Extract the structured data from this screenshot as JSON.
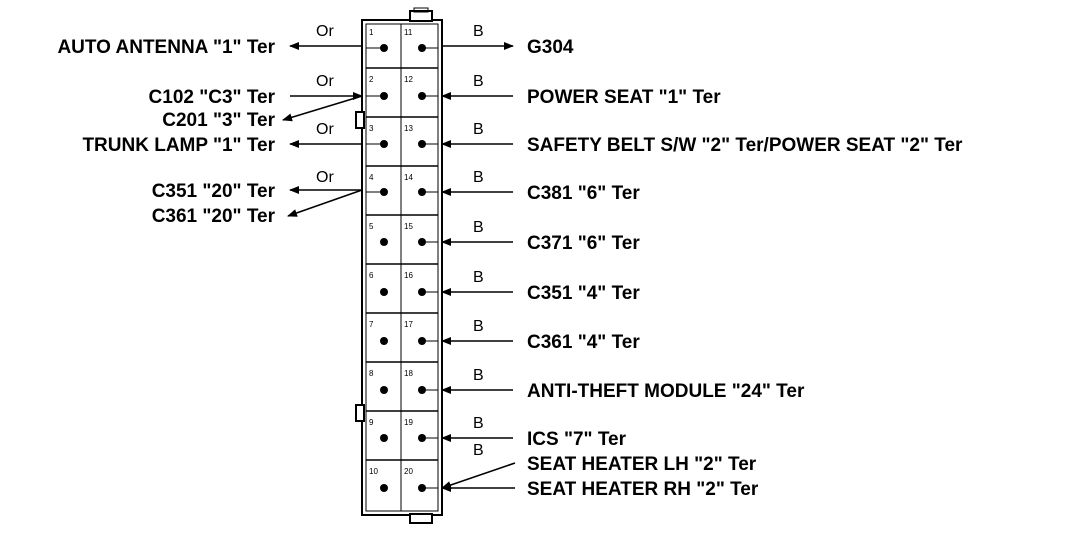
{
  "colors": {
    "ink": "#000000",
    "background": "#ffffff"
  },
  "wire_colors": {
    "or": "Or",
    "b": "B"
  },
  "pins": {
    "p1": "1",
    "p2": "2",
    "p3": "3",
    "p4": "4",
    "p5": "5",
    "p6": "6",
    "p7": "7",
    "p8": "8",
    "p9": "9",
    "p10": "10",
    "p11": "11",
    "p12": "12",
    "p13": "13",
    "p14": "14",
    "p15": "15",
    "p16": "16",
    "p17": "17",
    "p18": "18",
    "p19": "19",
    "p20": "20"
  },
  "left_labels": {
    "auto_antenna": "AUTO ANTENNA \"1\" Ter",
    "c102": "C102 \"C3\" Ter",
    "c201": "C201 \"3\" Ter",
    "trunk_lamp": "TRUNK LAMP \"1\" Ter",
    "c351_20": "C351 \"20\" Ter",
    "c361_20": "C361 \"20\" Ter"
  },
  "right_labels": {
    "g304": "G304",
    "power_seat_1": "POWER SEAT \"1\" Ter",
    "safety_belt": "SAFETY BELT S/W \"2\" Ter/POWER SEAT \"2\" Ter",
    "c381_6": "C381 \"6\" Ter",
    "c371_6": "C371 \"6\" Ter",
    "c351_4": "C351 \"4\" Ter",
    "c361_4": "C361 \"4\" Ter",
    "anti_theft": "ANTI-THEFT MODULE \"24\" Ter",
    "ics_7": "ICS \"7\" Ter",
    "seat_heater_lh": "SEAT HEATER LH \"2\" Ter",
    "seat_heater_rh": "SEAT HEATER RH \"2\" Ter"
  }
}
